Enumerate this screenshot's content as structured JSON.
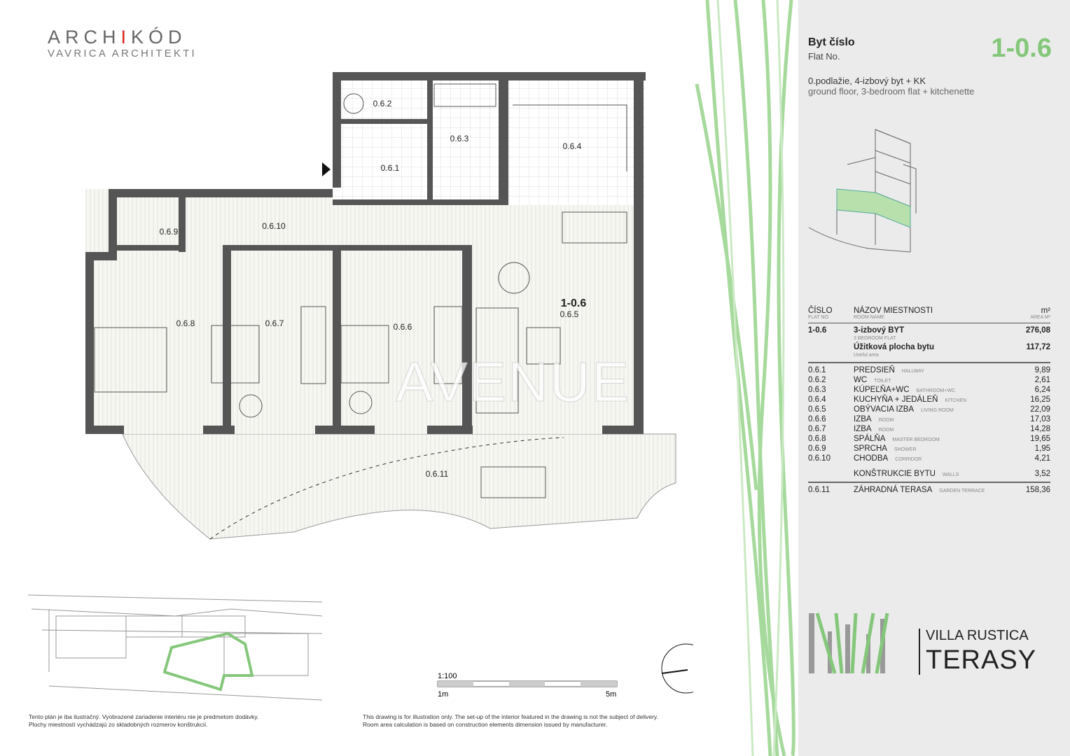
{
  "header": {
    "logo_part1": "ARCH",
    "logo_red": "I",
    "logo_part2": "KÓD",
    "logo_sub": "VAVRICA ARCHITEKTI"
  },
  "panel": {
    "flat_label": "Byt číslo",
    "flat_label_en": "Flat No.",
    "flat_number": "1-0.6",
    "subtitle": "0.podlažie, 4-izbový byt + KK",
    "subtitle_en": "ground floor, 3-bedroom flat + kitchenette",
    "accent": "#84c77a"
  },
  "table": {
    "headers": {
      "num": "ČÍSLO",
      "num_en": "FLAT NO.",
      "name": "NÁZOV  MIESTNOSTI",
      "name_en": "ROOM NAME",
      "area": "m²",
      "area_en": "AREA M²"
    },
    "flat": {
      "num": "1-0.6",
      "name": "3-izbový BYT",
      "name_en": "3 BEDROOM FLAT",
      "area": "276,08"
    },
    "useful": {
      "name": "Úžitková plocha bytu",
      "name_en": "Useful area",
      "area": "117,72"
    },
    "rooms": [
      {
        "num": "0.6.1",
        "name": "PREDSIEŇ",
        "en": "HALLWAY",
        "area": "9,89"
      },
      {
        "num": "0.6.2",
        "name": "WC",
        "en": "TOILET",
        "area": "2,61"
      },
      {
        "num": "0.6.3",
        "name": "KÚPEĽŇA+WC",
        "en": "BATHROOM+WC",
        "area": "6,24"
      },
      {
        "num": "0.6.4",
        "name": "KUCHYŇA + JEDÁLEŇ",
        "en": "KITCHEN",
        "area": "16,25"
      },
      {
        "num": "0.6.5",
        "name": "OBÝVACIA IZBA",
        "en": "LIVING ROOM",
        "area": "22,09"
      },
      {
        "num": "0.6.6",
        "name": "IZBA",
        "en": "ROOM",
        "area": "17,03"
      },
      {
        "num": "0.6.7",
        "name": "IZBA",
        "en": "ROOM",
        "area": "14,28"
      },
      {
        "num": "0.6.8",
        "name": "SPÁLŇA",
        "en": "MASTER BEDROOM",
        "area": "19,65"
      },
      {
        "num": "0.6.9",
        "name": "SPRCHA",
        "en": "SHOWER",
        "area": "1,95"
      },
      {
        "num": "0.6.10",
        "name": "CHODBA",
        "en": "CORRIDOR",
        "area": "4,21"
      }
    ],
    "walls": {
      "name": "KONŠTRUKCIE BYTU",
      "en": "WALLS",
      "area": "3,52"
    },
    "terrace": {
      "num": "0.6.11",
      "name": "ZÁHRADNÁ TERASA",
      "en": "GARDEN TERRACE",
      "area": "158,36"
    }
  },
  "brand": {
    "line1": "VILLA RUSTICA",
    "line2": "TERASY"
  },
  "plan": {
    "labels": {
      "r1": "0.6.1",
      "r2": "0.6.2",
      "r3": "0.6.3",
      "r4": "0.6.4",
      "r5": "0.6.5",
      "r6": "0.6.6",
      "r7": "0.6.7",
      "r8": "0.6.8",
      "r9": "0.6.9",
      "r10": "0.6.10",
      "r11": "0.6.11",
      "flat": "1-0.6"
    }
  },
  "scale": {
    "ratio": "1:100",
    "start": "1m",
    "end": "5m"
  },
  "watermark": "AVENUE",
  "notes": {
    "sk1": "Tento plán je iba ilustračný. Vyobrazené zariadenie interiéru nie je predmetom dodávky.",
    "sk2": "Plochy miestností vychádzajú zo skladobných rozmerov konštrukcií.",
    "en1": "This drawing is for illustration only. The set-up of the interior featured in the drawing is not the subject of delivery.",
    "en2": "Room area calculation is based on construction elements dimension issued by manufacturer."
  }
}
